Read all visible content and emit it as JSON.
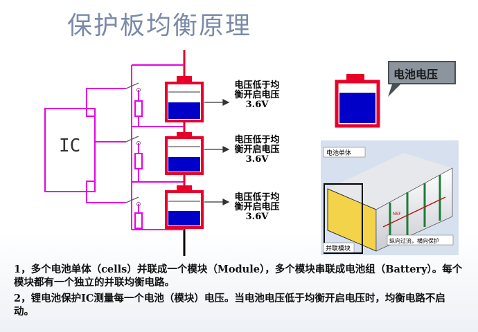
{
  "title": "保护板均衡原理",
  "ic_label": "IC",
  "cells": [
    {
      "line1": "电压低于均",
      "line2": "衡开启电压",
      "line3": "3.6V"
    },
    {
      "line1": "电压低于均",
      "line2": "衡开启电压",
      "line3": "3.6V"
    },
    {
      "line1": "电压低于均",
      "line2": "衡开启电压",
      "line3": "3.6V"
    }
  ],
  "callout": "电池电压",
  "photo_labels": {
    "cell_unit": "电池单体",
    "parallel_module": "并联模块",
    "nsf": "NSF",
    "flow": "纵向过流，横向保护"
  },
  "paragraphs": [
    "1，多个电池单体（cells）并联成一个模块（Module），多个模块串联成电池组（Battery）。每个模块都有一个独立的并联均衡电路。",
    "2，锂电池保护IC测量每一个电池（模块）电压。当电池电压低于均衡开启电压时，均衡电路不启动。"
  ],
  "colors": {
    "magenta": "#e600e6",
    "red": "#e8002a",
    "blue": "#0000c8",
    "title": "#7a8aa8"
  }
}
